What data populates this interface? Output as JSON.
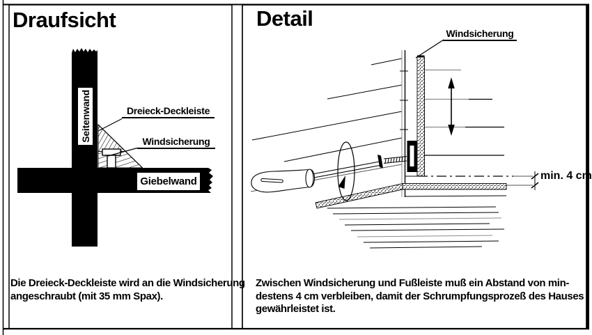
{
  "left_panel": {
    "title": "Draufsicht",
    "part_labels": {
      "seitenwand": "Seitenwand",
      "giebelwand": "Giebelwand",
      "dreieck_deckleiste": "Dreieck-Deckleiste",
      "windsicherung": "Windsicherung"
    },
    "caption_lines": [
      "Die Dreieck-Deckleiste wird an die Windsicherung",
      "angeschraubt (mit 35 mm Spax)."
    ]
  },
  "right_panel": {
    "title": "Detail",
    "part_labels": {
      "windsicherung": "Windsicherung"
    },
    "dimension_label": "min. 4 cm",
    "caption_lines": [
      "Zwischen Windsicherung und Fußleiste muß ein Abstand von min-",
      "destens 4 cm verbleiben, damit der Schrumpfungsprozeß des Hauses",
      "gewährleistet ist."
    ]
  },
  "colors": {
    "ink": "#000000",
    "paper": "#ffffff",
    "gray_line": "#8c8c8c"
  }
}
